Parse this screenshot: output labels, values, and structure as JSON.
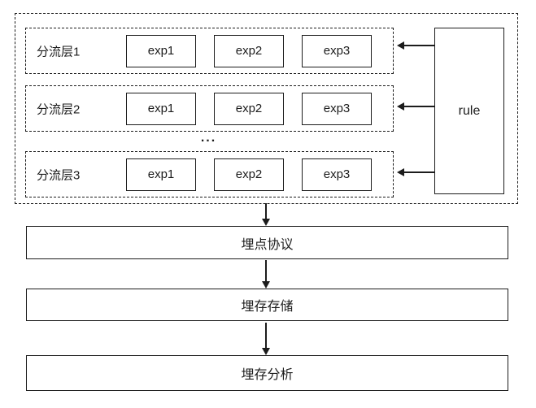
{
  "diagram": {
    "layers": [
      {
        "label": "分流层1",
        "experiments": [
          "exp1",
          "exp2",
          "exp3"
        ]
      },
      {
        "label": "分流层2",
        "experiments": [
          "exp1",
          "exp2",
          "exp3"
        ]
      },
      {
        "label": "分流层3",
        "experiments": [
          "exp1",
          "exp2",
          "exp3"
        ]
      }
    ],
    "ellipsis": "...",
    "rule": {
      "label": "rule"
    },
    "pipeline": [
      {
        "label": "埋点协议"
      },
      {
        "label": "埋存存储"
      },
      {
        "label": "埋存分析"
      }
    ]
  },
  "colors": {
    "line": "#1c1c1c",
    "text": "#1c1c1c",
    "background": "#ffffff"
  }
}
